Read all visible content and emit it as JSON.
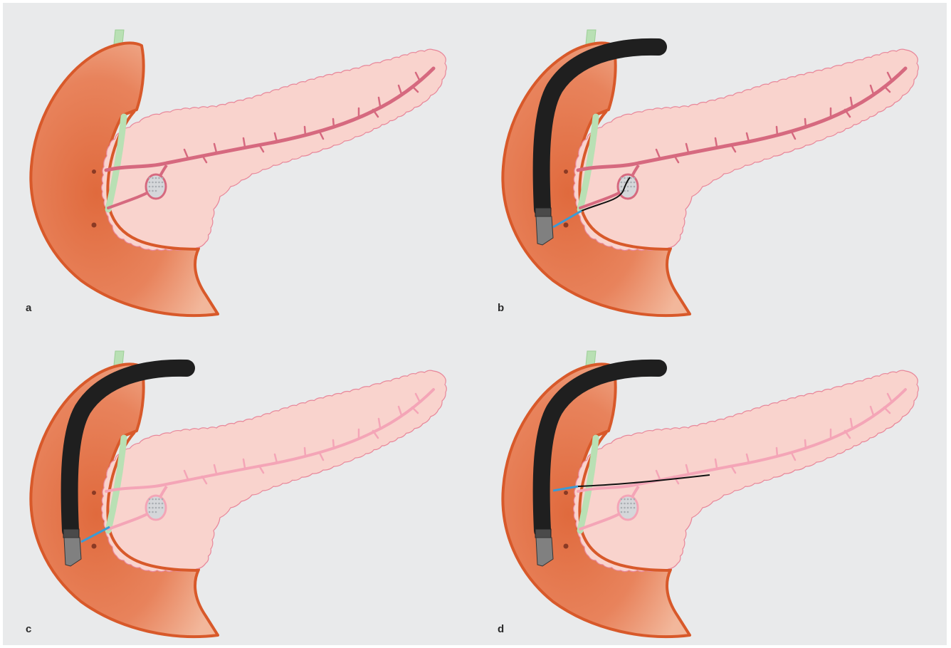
{
  "figure": {
    "panels": [
      {
        "id": "a",
        "label": "a",
        "scope": false,
        "stent": "none"
      },
      {
        "id": "b",
        "label": "b",
        "scope": true,
        "stent": "wire-to-cyst"
      },
      {
        "id": "c",
        "label": "c",
        "scope": true,
        "stent": "short"
      },
      {
        "id": "d",
        "label": "d",
        "scope": true,
        "stent": "wire-to-tail"
      }
    ],
    "colors": {
      "background": "#e9eaeb",
      "duodenum_outline": "#d8592a",
      "duodenum_fill": "#e8835c",
      "pancreas_fill": "#f9d3cd",
      "pancreas_outline": "#e8879a",
      "duct": "#d6697f",
      "bile_duct": "#b9e0b4",
      "scope": "#1f1f1f",
      "scope_tip": "#808080",
      "wire_blue": "#3a9bd5",
      "wire_black": "#111111",
      "stone": "#d5d7da"
    }
  }
}
